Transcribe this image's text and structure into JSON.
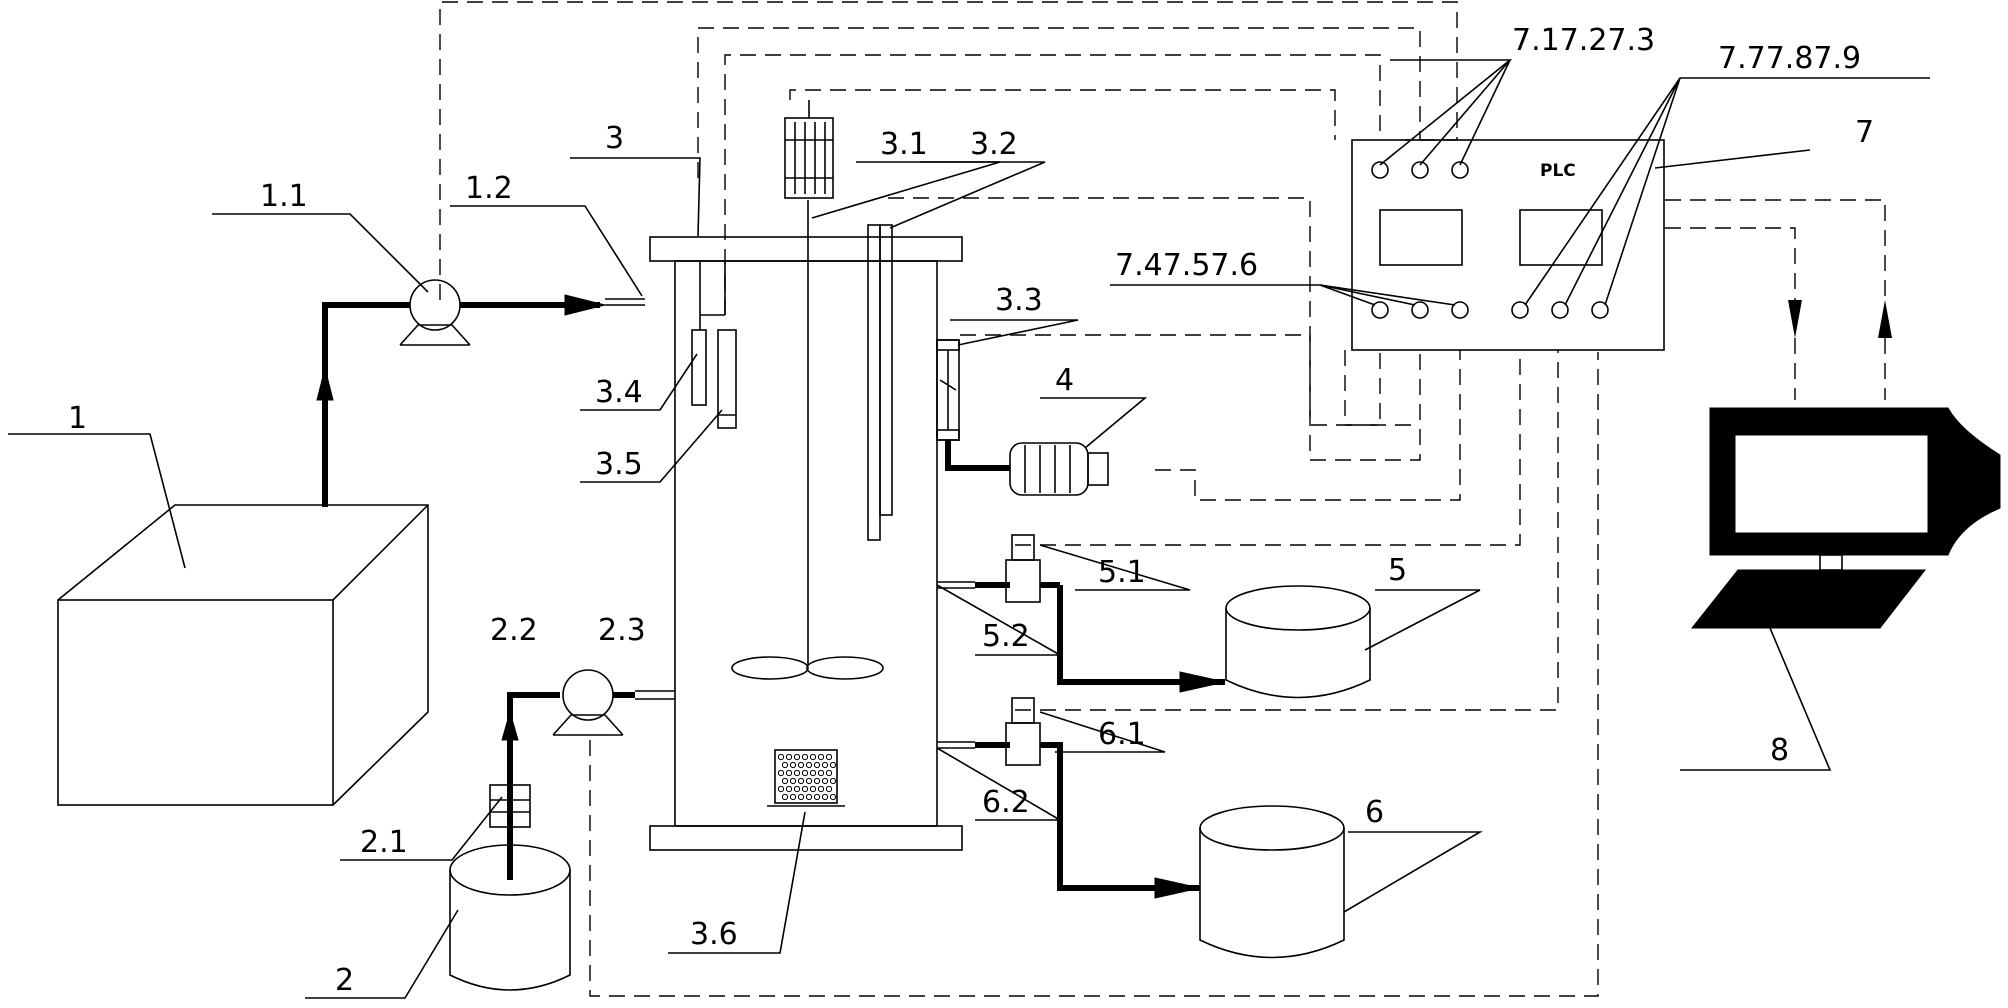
{
  "labels": {
    "tank_1": "1",
    "pump_1_1": "1.1",
    "pipe_1_2": "1.2",
    "vessel_2": "2",
    "valve_2_1": "2.1",
    "pump_2_2": "2.2",
    "pipe_2_3": "2.3",
    "reactor_3": "3",
    "stirrer_3_1": "3.1",
    "probe_3_2": "3.2",
    "meter_3_3": "3.3",
    "sensor_3_4": "3.4",
    "sensor_3_5": "3.5",
    "aerator_3_6": "3.6",
    "motor_4": "4",
    "container_5": "5",
    "valve_5_1": "5.1",
    "pipe_5_2": "5.2",
    "container_6": "6",
    "valve_6_1": "6.1",
    "pipe_6_2": "6.2",
    "plc_7": "7",
    "ports_top_left": "7.17.27.3",
    "ports_top_right": "7.77.87.9",
    "ports_mid_left": "7.47.57.6",
    "computer_8": "8"
  },
  "plc": {
    "title": "PLC"
  }
}
